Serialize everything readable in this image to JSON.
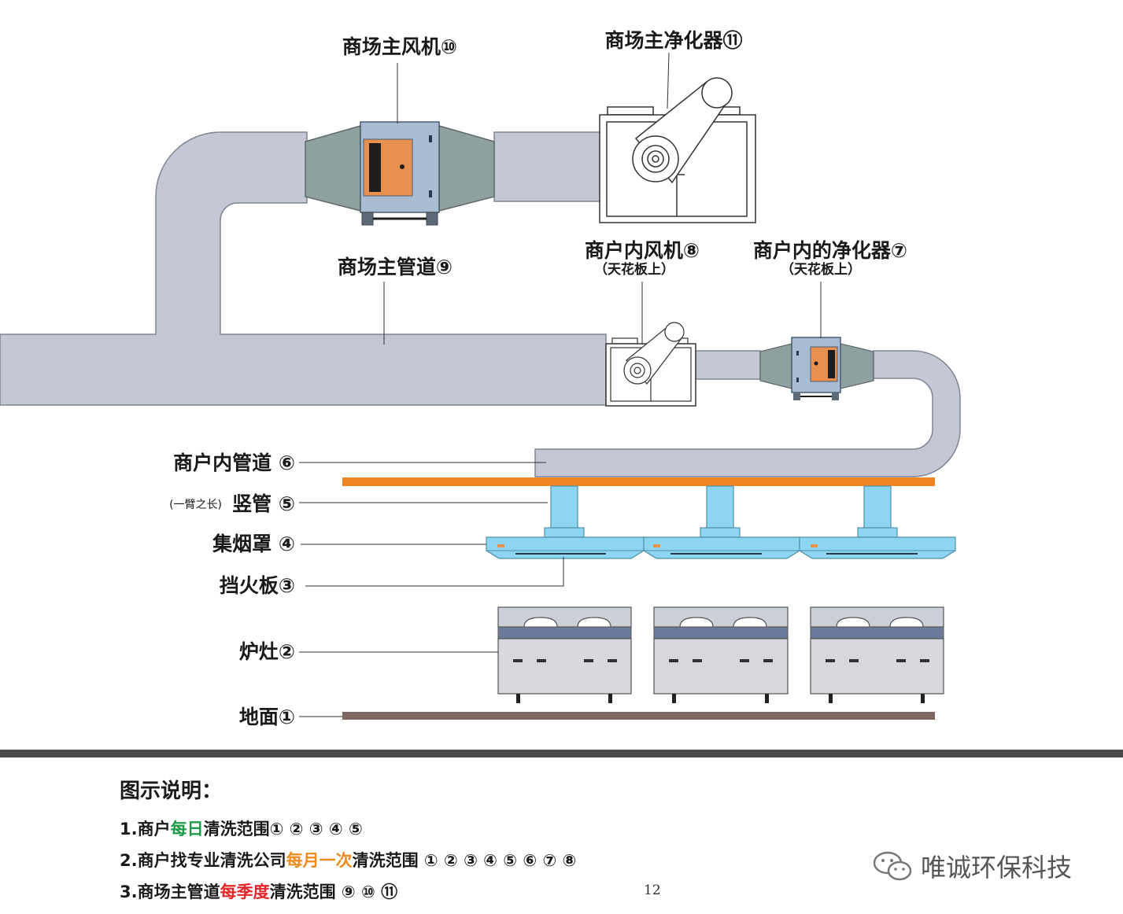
{
  "labels": {
    "main_fan": "商场主风机⑩",
    "main_purifier": "商场主净化器⑪",
    "main_duct": "商场主管道⑨",
    "shop_fan": "商户内风机⑧",
    "shop_fan_note": "（天花板上）",
    "shop_purifier": "商户内的净化器⑦",
    "shop_purifier_note": "（天花板上）",
    "shop_duct": "商户内管道 ⑥",
    "riser_note": "(一臂之长)",
    "riser": "竖管 ⑤",
    "hood": "集烟罩 ④",
    "baffle": "挡火板③",
    "stove": "炉灶②",
    "floor": "地面①"
  },
  "legend": {
    "title": "图示说明：",
    "rows": [
      {
        "prefix": "1.商户",
        "highlight": "每日",
        "suffix": "清洗范围① ② ③ ④ ⑤"
      },
      {
        "prefix": "2.商户找专业清洗公司",
        "highlight": "每月一次",
        "suffix": "清洗范围 ① ② ③ ④ ⑤ ⑥ ⑦ ⑧"
      },
      {
        "prefix": "3.商场主管道",
        "highlight": "每季度",
        "suffix": "清洗范围 ⑨ ⑩ ⑪"
      }
    ]
  },
  "page_number": "12",
  "brand": "唯诚环保科技",
  "colors": {
    "duct": "#c3c8d4",
    "fan_body": "#a8bdd3",
    "fan_panel": "#e8904f",
    "transition": "#8fa0a0",
    "ceiling": "#ee8422",
    "hood": "#8dd6f2",
    "floor": "#7e6960",
    "stove_top": "#cbcfd8",
    "stove_band": "#6a7a98",
    "highlight_green": "#1e9a4a",
    "highlight_orange": "#ee8a1e",
    "highlight_red": "#e4262a"
  }
}
